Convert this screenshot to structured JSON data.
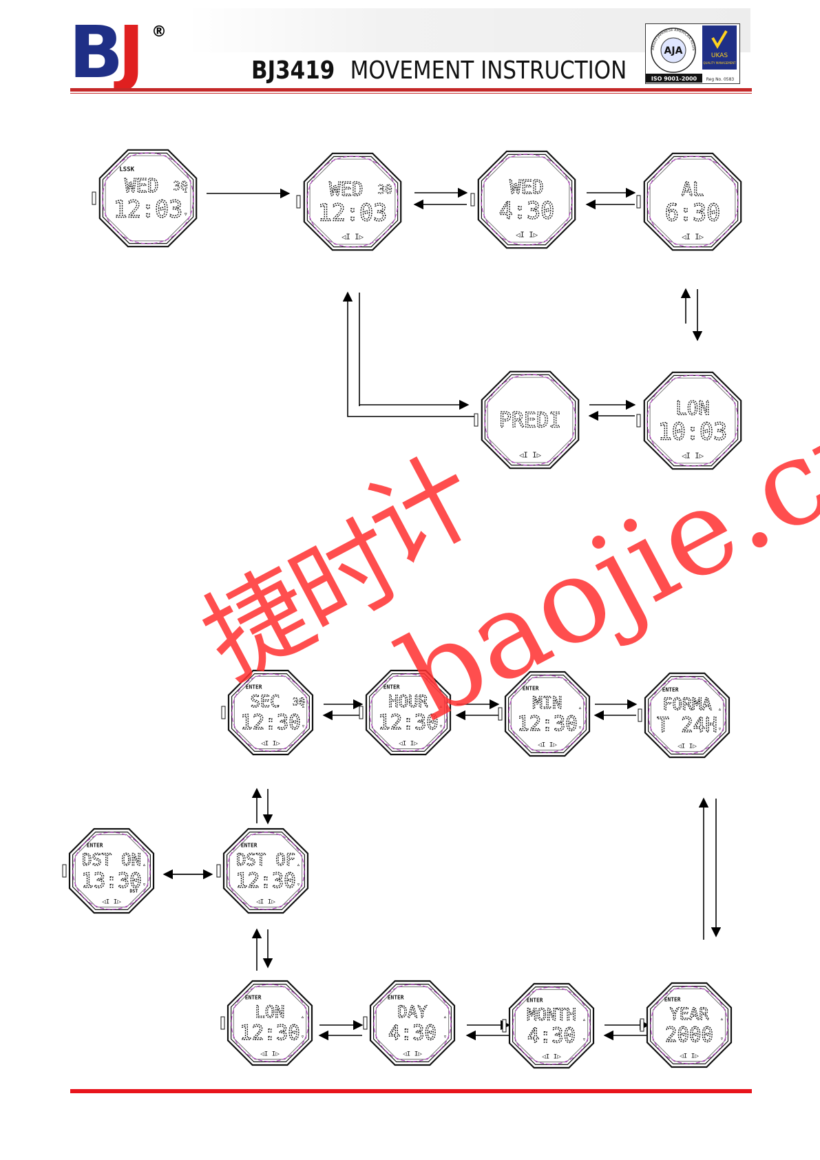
{
  "header": {
    "logo": {
      "text": "BJ",
      "mark": "®"
    },
    "model": "BJ3419",
    "title": "MOVEMENT INSTRUCTION",
    "cert": {
      "badge_left": "AJA",
      "badge_right": "UKAS",
      "iso": "ISO 9001-2000",
      "ring_text": "ANGLO JAPANESE AMERICAN REGISTRARS",
      "sub": "QUALITY MANAGEMENT",
      "reg": "Reg No. 0583"
    }
  },
  "colors": {
    "logo_blue": "#1f2f86",
    "logo_red": "#e02020",
    "header_rule": "#c42828",
    "footer_rule": "#e8141c",
    "dial_guide": "#b040c0",
    "watermark": "#ff3030"
  },
  "watermark": {
    "chars": [
      "捷",
      "时",
      "计"
    ],
    "latin": "baojie.cn"
  },
  "watches": [
    {
      "id": "w1",
      "top_small": "LSSK",
      "line1": "WED",
      "line1_right": "30",
      "line2": "12:03",
      "bottom": ""
    },
    {
      "id": "w2",
      "top_small": "",
      "line1": "WED",
      "line1_right": "30",
      "line2": "12:03",
      "bottom": "◁I I▷"
    },
    {
      "id": "w3",
      "top_small": "",
      "line1": "WED",
      "line1_right": "",
      "line2": "4:30",
      "bottom": "◁I I▷"
    },
    {
      "id": "w4",
      "top_small": "",
      "line1": "AL",
      "line1_right": "",
      "line2": "6:30",
      "bottom": "◁I I▷"
    },
    {
      "id": "w5",
      "top_small": "",
      "line1": "PREDI",
      "line1_right": "",
      "line2": "",
      "bottom": "◁I I▷"
    },
    {
      "id": "w6",
      "top_small": "",
      "line1": "LON",
      "line1_right": "",
      "line2": "10:03",
      "bottom": "◁I I▷"
    },
    {
      "id": "w7",
      "top_small": "ENTER",
      "line1": "SEC",
      "line1_right": "30",
      "line2": "12:30",
      "bottom": "◁I I▷"
    },
    {
      "id": "w8",
      "top_small": "ENTER",
      "line1": "HOUR",
      "line1_right": "",
      "line2": "12:30",
      "bottom": "◁I I▷"
    },
    {
      "id": "w9",
      "top_small": "ENTER",
      "line1": "MIN",
      "line1_right": "",
      "line2": "12:30",
      "bottom": "◁I I▷"
    },
    {
      "id": "w10",
      "top_small": "ENTER",
      "line1": "FORMA",
      "line1_right": "",
      "line2": "T 24H",
      "bottom": "◁I I▷"
    },
    {
      "id": "w11",
      "top_small": "ENTER",
      "line1": "DST ON",
      "line1_right": "",
      "line2": "13:30",
      "bottom": "◁I I▷",
      "extra": "DST"
    },
    {
      "id": "w12",
      "top_small": "ENTER",
      "line1": "DST OF",
      "line1_right": "",
      "line2": "12:30",
      "bottom": "◁I I▷"
    },
    {
      "id": "w13",
      "top_small": "ENTER",
      "line1": "LON",
      "line1_right": "",
      "line2": "12:30",
      "bottom": "◁I I▷"
    },
    {
      "id": "w14",
      "top_small": "ENTER",
      "line1": "DAY",
      "line1_right": "",
      "line2": "4:30",
      "bottom": "◁I I▷"
    },
    {
      "id": "w15",
      "top_small": "ENTER",
      "line1": "MONTH",
      "line1_right": "",
      "line2": "4:30",
      "bottom": "◁I I▷"
    },
    {
      "id": "w16",
      "top_small": "ENTER",
      "line1": "YEAR",
      "line1_right": "",
      "line2": "2000",
      "bottom": "◁I I▷"
    }
  ]
}
